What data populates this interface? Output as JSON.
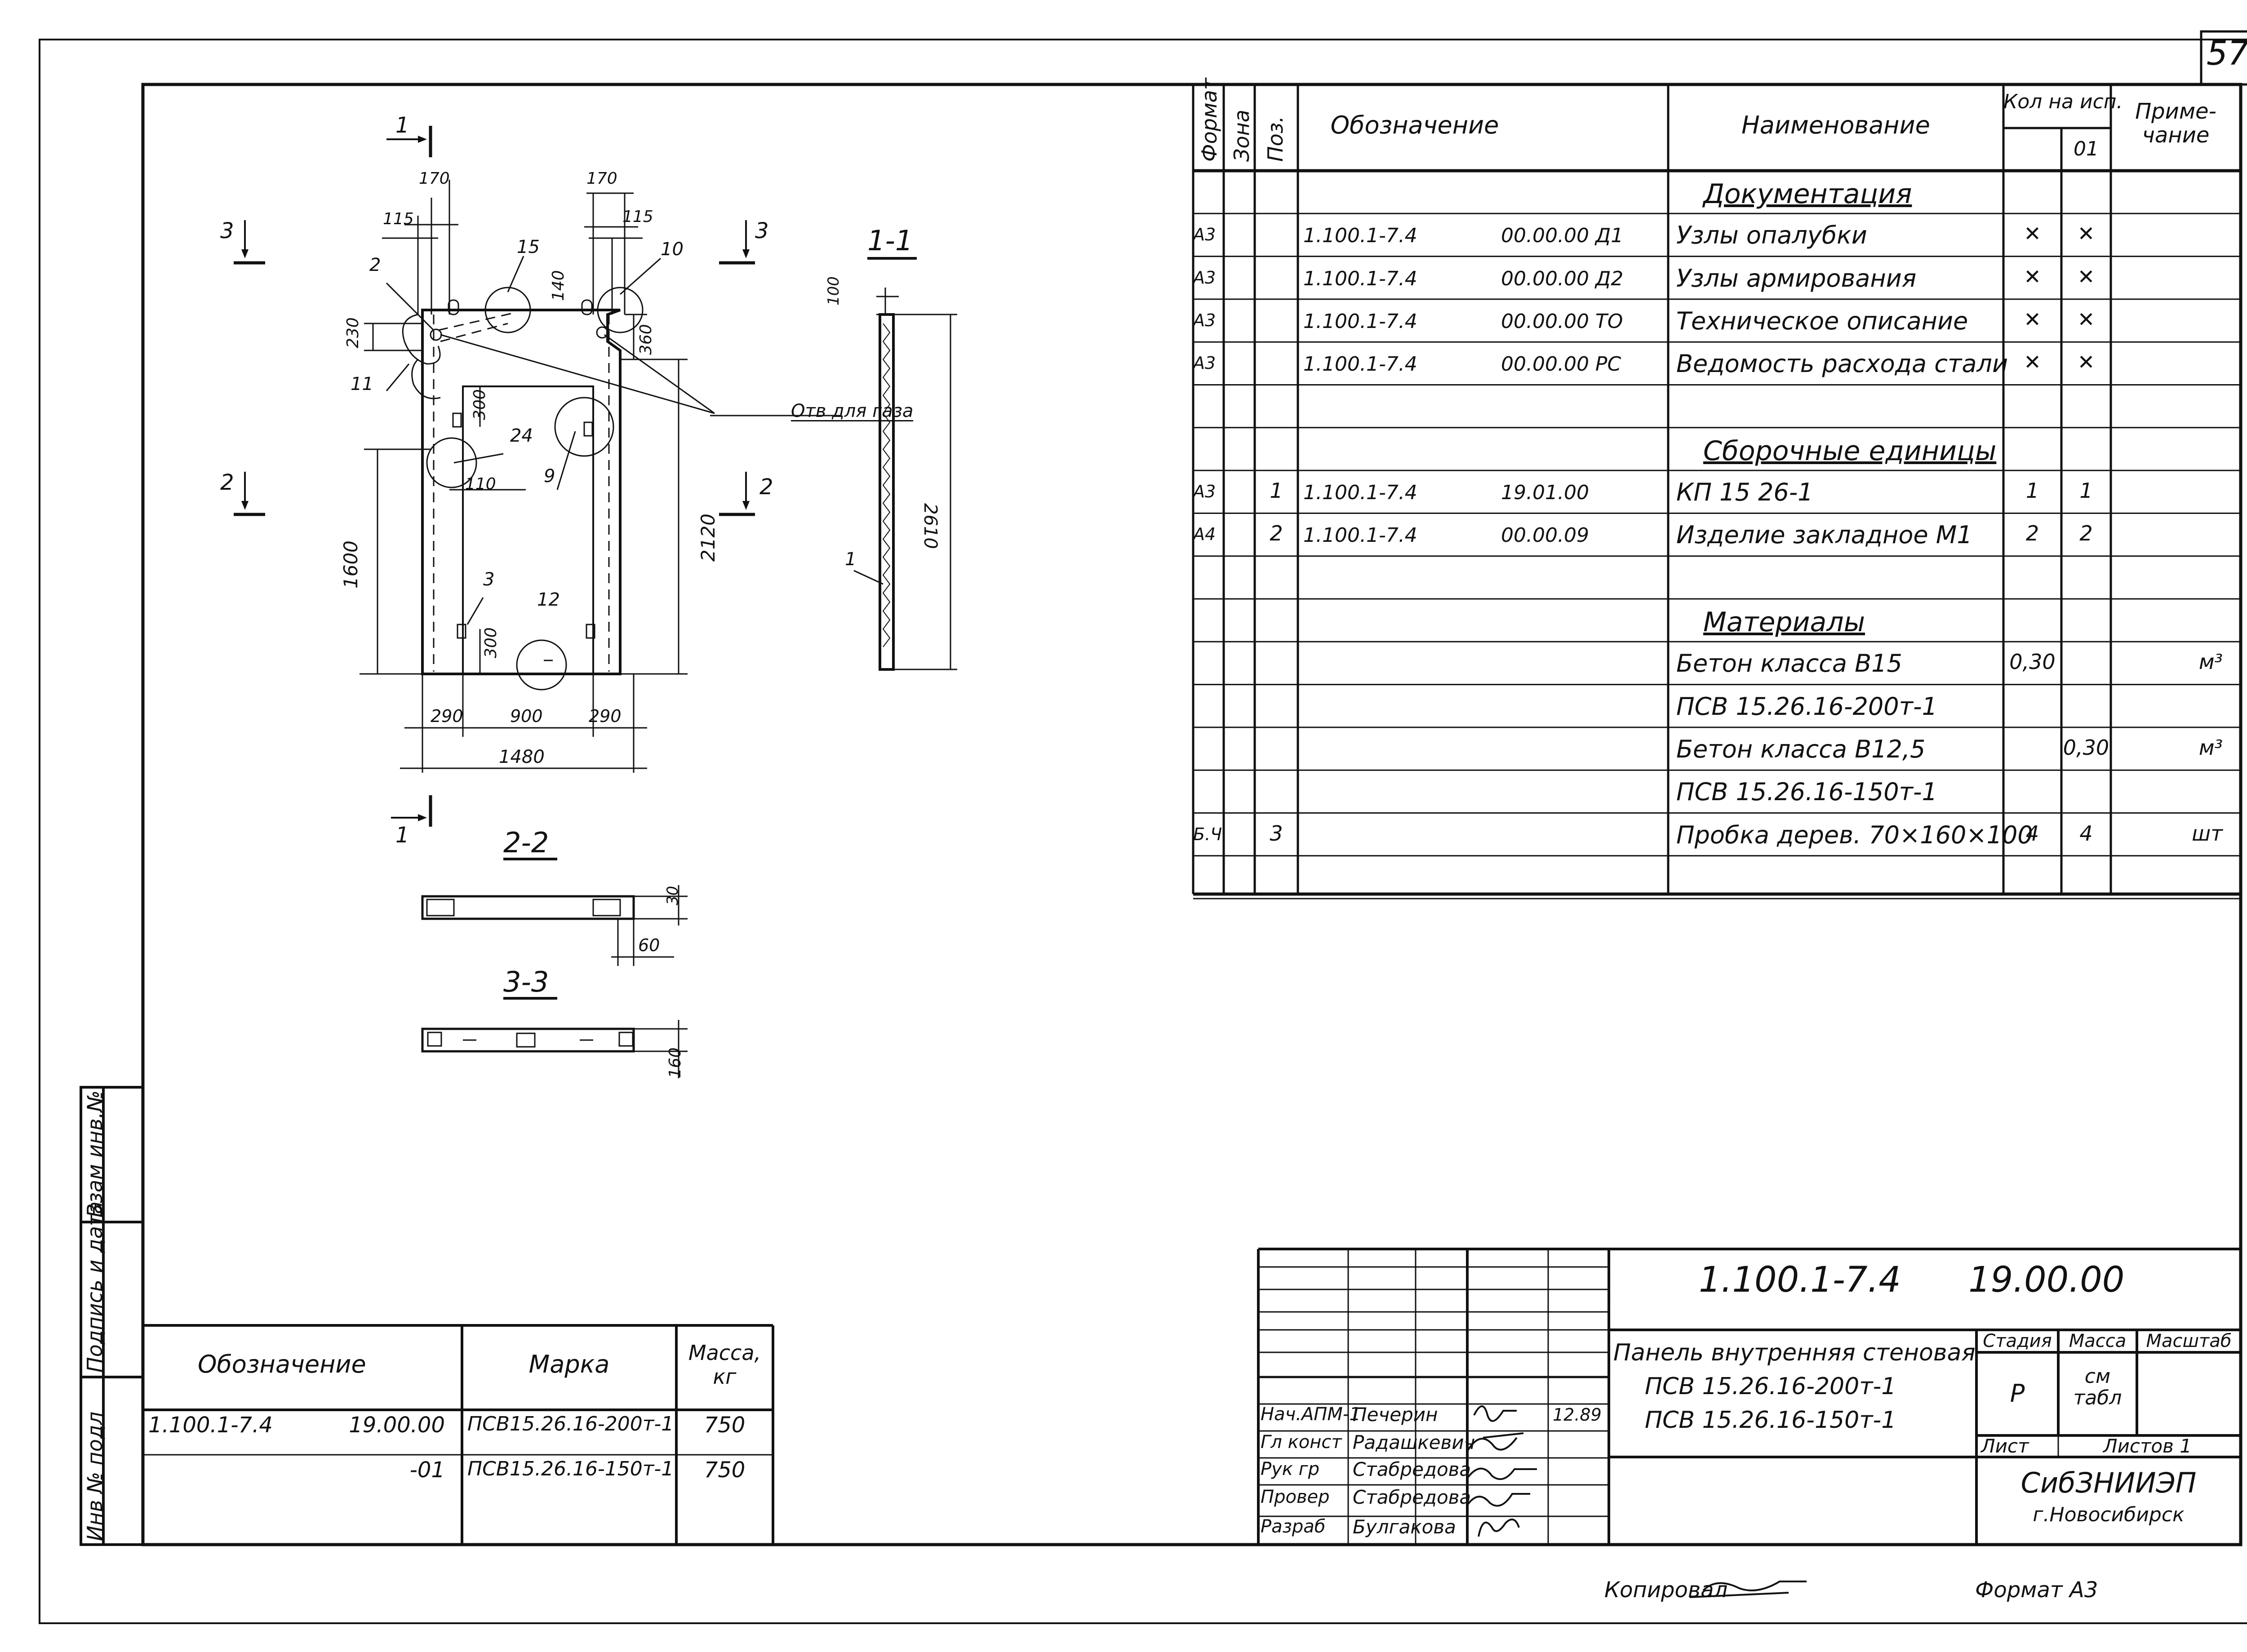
{
  "page_number": "57",
  "spec": {
    "headers": {
      "format": "Формат",
      "zone": "Зона",
      "pos": "Поз.",
      "designation": "Обозначение",
      "name": "Наименование",
      "qty": "Кол на исп.",
      "qty_col": "01",
      "note": "Приме-\nчание"
    },
    "rows": [
      {
        "format": "",
        "pos": "",
        "des1": "",
        "des2": "",
        "name": "Документация",
        "q1": "",
        "q2": "",
        "note": "",
        "section": true
      },
      {
        "format": "А3",
        "pos": "",
        "des1": "1.100.1-7.4",
        "des2": "00.00.00 Д1",
        "name": "Узлы опалубки",
        "q1": "✕",
        "q2": "✕",
        "note": ""
      },
      {
        "format": "А3",
        "pos": "",
        "des1": "1.100.1-7.4",
        "des2": "00.00.00 Д2",
        "name": "Узлы армирования",
        "q1": "✕",
        "q2": "✕",
        "note": ""
      },
      {
        "format": "А3",
        "pos": "",
        "des1": "1.100.1-7.4",
        "des2": "00.00.00 ТО",
        "name": "Техническое описание",
        "q1": "✕",
        "q2": "✕",
        "note": ""
      },
      {
        "format": "А3",
        "pos": "",
        "des1": "1.100.1-7.4",
        "des2": "00.00.00 РС",
        "name": "Ведомость расхода стали",
        "q1": "✕",
        "q2": "✕",
        "note": ""
      },
      {
        "format": "",
        "pos": "",
        "des1": "",
        "des2": "",
        "name": "",
        "q1": "",
        "q2": "",
        "note": ""
      },
      {
        "format": "",
        "pos": "",
        "des1": "",
        "des2": "",
        "name": "Сборочные единицы",
        "q1": "",
        "q2": "",
        "note": "",
        "section": true
      },
      {
        "format": "А3",
        "pos": "1",
        "des1": "1.100.1-7.4",
        "des2": "19.01.00",
        "name": "КП 15 26-1",
        "q1": "1",
        "q2": "1",
        "note": ""
      },
      {
        "format": "А4",
        "pos": "2",
        "des1": "1.100.1-7.4",
        "des2": "00.00.09",
        "name": "Изделие закладное М1",
        "q1": "2",
        "q2": "2",
        "note": ""
      },
      {
        "format": "",
        "pos": "",
        "des1": "",
        "des2": "",
        "name": "",
        "q1": "",
        "q2": "",
        "note": ""
      },
      {
        "format": "",
        "pos": "",
        "des1": "",
        "des2": "",
        "name": "Материалы",
        "q1": "",
        "q2": "",
        "note": "",
        "section": true
      },
      {
        "format": "",
        "pos": "",
        "des1": "",
        "des2": "",
        "name": "Бетон класса В15",
        "q1": "0,30",
        "q2": "",
        "note": "м³"
      },
      {
        "format": "",
        "pos": "",
        "des1": "",
        "des2": "",
        "name": "ПСВ 15.26.16-200т-1",
        "q1": "",
        "q2": "",
        "note": ""
      },
      {
        "format": "",
        "pos": "",
        "des1": "",
        "des2": "",
        "name": "Бетон класса В12,5",
        "q1": "",
        "q2": "0,30",
        "note": "м³"
      },
      {
        "format": "",
        "pos": "",
        "des1": "",
        "des2": "",
        "name": "ПСВ 15.26.16-150т-1",
        "q1": "",
        "q2": "",
        "note": ""
      },
      {
        "format": "Б.Ч",
        "pos": "3",
        "des1": "",
        "des2": "",
        "name": "Пробка дерев. 70×160×100",
        "q1": "4",
        "q2": "4",
        "note": "шт"
      },
      {
        "format": "",
        "pos": "",
        "des1": "",
        "des2": "",
        "name": "",
        "q1": "",
        "q2": "",
        "note": ""
      }
    ]
  },
  "marks": {
    "headers": {
      "designation": "Обозначение",
      "mark": "Марка",
      "mass": "Масса,\nкг"
    },
    "rows": [
      {
        "des1": "1.100.1-7.4",
        "des2": "19.00.00",
        "mark": "ПСВ15.26.16-200т-1",
        "mass": "750"
      },
      {
        "des1": "",
        "des2": "-01",
        "mark": "ПСВ15.26.16-150т-1",
        "mass": "750"
      }
    ]
  },
  "side_stamp": {
    "inv_podl": "Инв № подл",
    "podpis": "Подпись и дата",
    "vzam": "Взам инв.№"
  },
  "title_block": {
    "code1": "1.100.1-7.4",
    "code2": "19.00.00",
    "title1": "Панель внутренняя стеновая",
    "title2": "ПСВ 15.26.16-200т-1",
    "title3": "ПСВ 15.26.16-150т-1",
    "stage_label": "Стадия",
    "mass_label": "Масса",
    "scale_label": "Масштаб",
    "stage": "Р",
    "mass_value": "см\nтабл",
    "sheet_label": "Лист",
    "sheets_label": "Листов 1",
    "org1": "СибЗНИИЭП",
    "org2": "г.Новосибирск",
    "date": "12.89",
    "people": [
      {
        "role": "Нач.АПМ-1",
        "name": "Печерин"
      },
      {
        "role": "Гл конст",
        "name": "Радашкевич"
      },
      {
        "role": "Рук гр",
        "name": "Стабредова"
      },
      {
        "role": "Провер",
        "name": "Стабредова"
      },
      {
        "role": "Разраб",
        "name": "Булгакова"
      }
    ]
  },
  "footer": {
    "copied": "Копировал",
    "format": "Формат А3"
  },
  "drawing": {
    "dims": {
      "d170a": "170",
      "d170b": "170",
      "d115a": "115",
      "d115b": "115",
      "d230": "230",
      "d140": "140",
      "d360": "360",
      "d300a": "300",
      "d110": "110",
      "d1600": "1600",
      "d2120": "2120",
      "d300b": "300",
      "d290a": "290",
      "d900": "900",
      "d290b": "290",
      "d1480": "1480",
      "d100": "100",
      "d2610": "2610",
      "d30": "30",
      "d60": "60",
      "d160": "160"
    },
    "labels": {
      "p2": "2",
      "p15": "15",
      "p10": "10",
      "p11": "11",
      "p24": "24",
      "p9": "9",
      "p3": "3",
      "p12": "12",
      "p1": "1",
      "gas": "Отв для газа",
      "sec11": "1-1",
      "sec22": "2-2",
      "sec33": "3-3",
      "cut1a": "1",
      "cut1b": "1",
      "cut2a": "2",
      "cut2b": "2",
      "cut3a": "3",
      "cut3b": "3"
    }
  }
}
